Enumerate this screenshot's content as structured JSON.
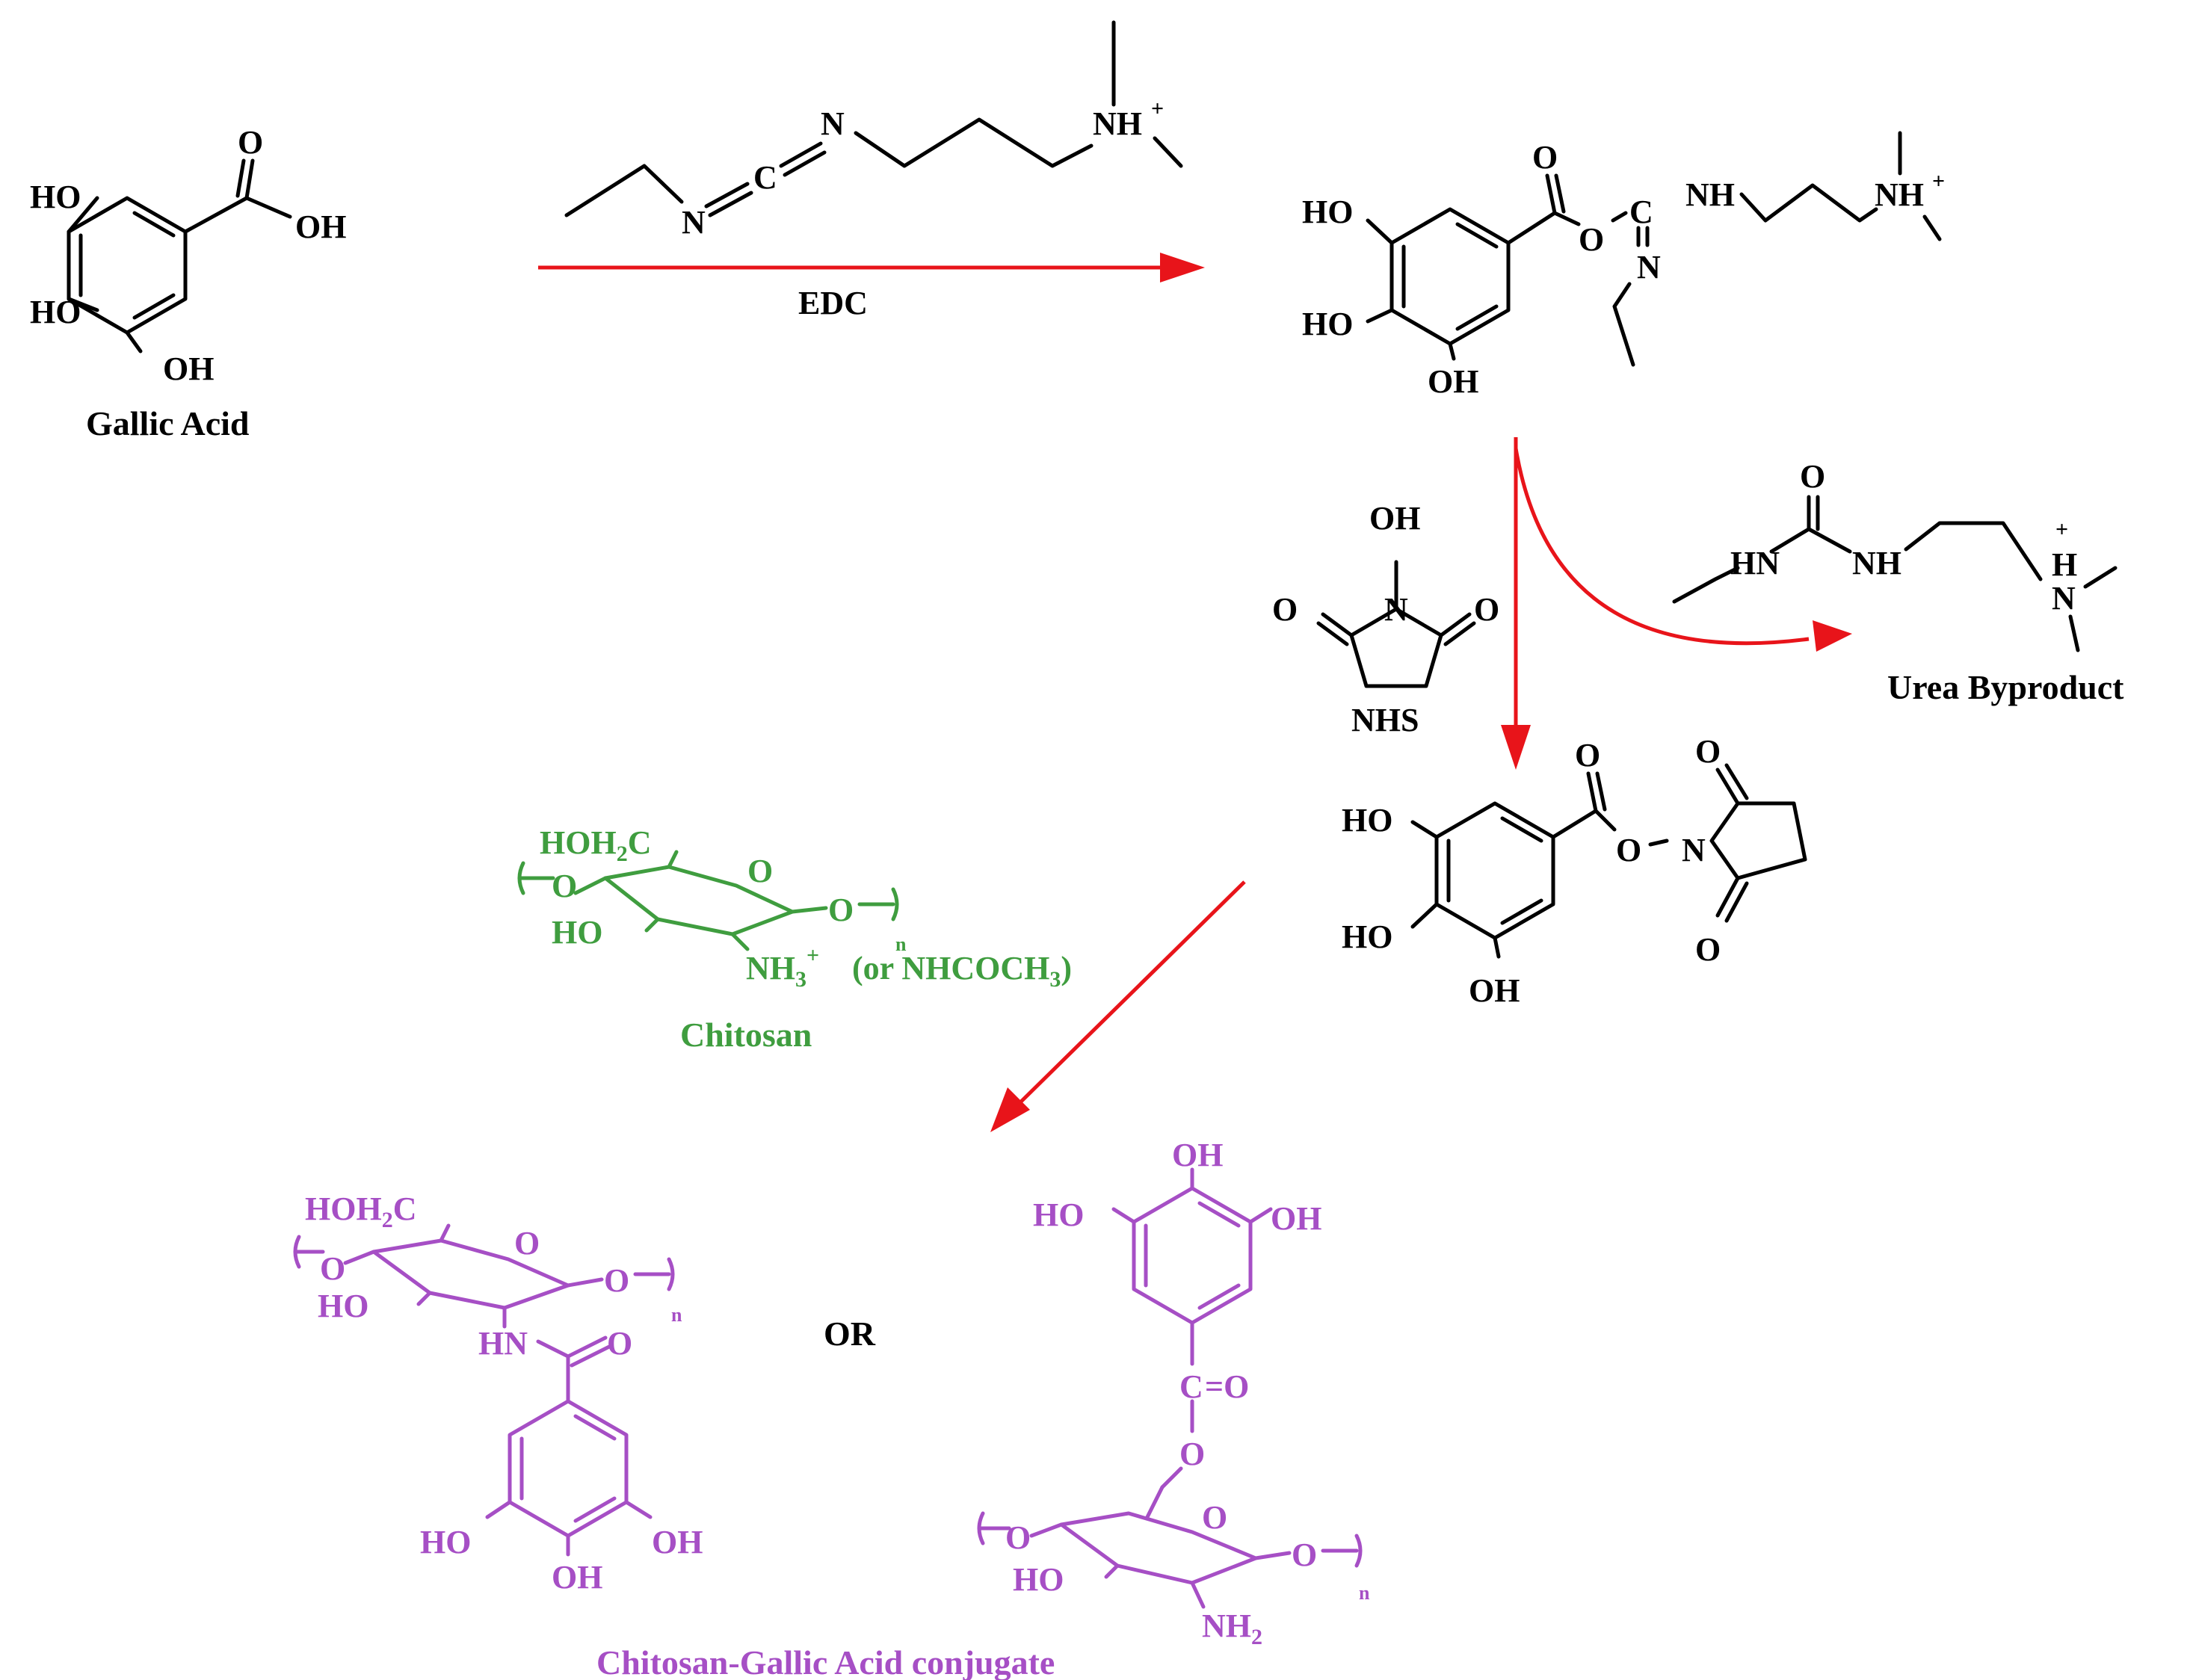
{
  "colors": {
    "black": "#000000",
    "arrow_red": "#e8141a",
    "chitosan_green": "#3f9d3f",
    "conjugate_purple": "#a64fc5"
  },
  "gallic_acid": {
    "name": "Gallic Acid",
    "o": "O",
    "oh_acid": "OH",
    "ho_top": "HO",
    "ho_mid": "HO",
    "oh_bottom": "OH"
  },
  "edc": {
    "name": "EDC",
    "n1": "N",
    "c": "C",
    "n2": "N",
    "nh_plus": "NH",
    "plus": "+"
  },
  "intermediate_1": {
    "o_carbonyl": "O",
    "o_ester": "O",
    "c": "C",
    "n": "N",
    "nh": "NH",
    "nh_plus": "NH",
    "plus": "+",
    "ho_top": "HO",
    "ho_mid": "HO",
    "oh_bottom": "OH"
  },
  "nhs": {
    "name": "NHS",
    "oh": "OH",
    "n": "N",
    "o_left": "O",
    "o_right": "O"
  },
  "urea_byproduct": {
    "name": "Urea Byproduct",
    "o": "O",
    "hn": "HN",
    "nh": "NH",
    "h": "H",
    "n": "N",
    "plus": "+"
  },
  "nhs_ester": {
    "o_carbonyl": "O",
    "o_link": "O",
    "n": "N",
    "o_top": "O",
    "o_bottom": "O",
    "ho_top": "HO",
    "ho_mid": "HO",
    "oh_bottom": "OH"
  },
  "chitosan": {
    "name": "Chitosan",
    "hoh2c": "HOH",
    "sub2": "2",
    "c": "C",
    "o_ring": "O",
    "o_left": "O",
    "o_right": "O",
    "n": "n",
    "ho": "HO",
    "nh3": "NH",
    "sub3": "3",
    "plus": "+",
    "alt_text": "(or NHCOCH",
    "alt_sub": "3",
    "alt_close": ")"
  },
  "connector": "OR",
  "conjugate_amide": {
    "hoh2c": "HOH",
    "sub2": "2",
    "c": "C",
    "o_ring": "O",
    "o_left": "O",
    "o_right": "O",
    "n": "n",
    "ho_ring": "HO",
    "hn": "HN",
    "o_amide": "O",
    "ho_left": "HO",
    "oh_right": "OH",
    "oh_bottom": "OH"
  },
  "conjugate_ester": {
    "oh_top": "OH",
    "ho_left": "HO",
    "oh_right": "OH",
    "c": "C",
    "eq_o": "=O",
    "o_link": "O",
    "o_ring": "O",
    "o_left": "O",
    "o_right": "O",
    "n": "n",
    "ho_ring": "HO",
    "nh2": "NH",
    "sub2": "2"
  },
  "conjugate_name": "Chitosan-Gallic Acid conjugate"
}
